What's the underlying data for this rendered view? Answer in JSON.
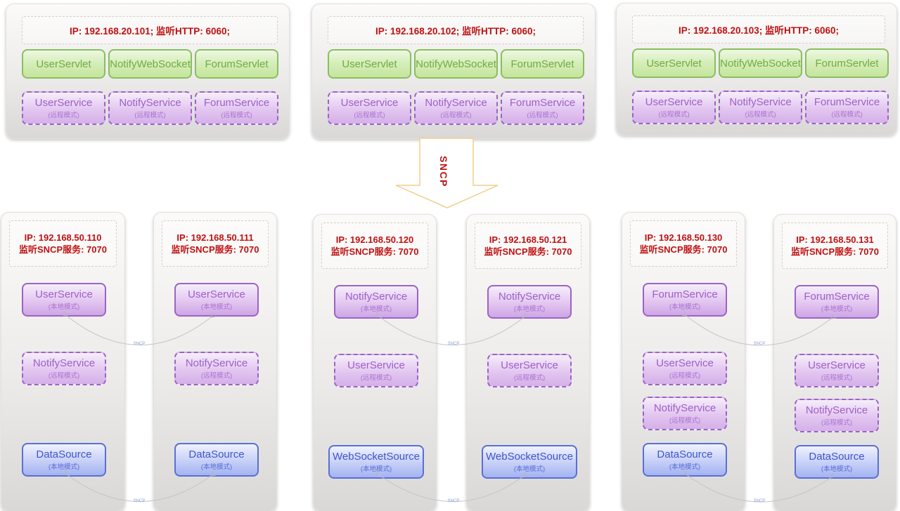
{
  "top_clusters": [
    {
      "header": "IP: 192.168.20.101;  监听HTTP: 6060;",
      "servlets": [
        "UserServlet",
        "NotifyWebSocket",
        "ForumServlet"
      ],
      "services": [
        {
          "name": "UserService",
          "mode": "(远程模式)"
        },
        {
          "name": "NotifyService",
          "mode": "(远程模式)"
        },
        {
          "name": "ForumService",
          "mode": "(远程模式)"
        }
      ]
    },
    {
      "header": "IP: 192.168.20.102;  监听HTTP: 6060;",
      "servlets": [
        "UserServlet",
        "NotifyWebSocket",
        "ForumServlet"
      ],
      "services": [
        {
          "name": "UserService",
          "mode": "(远程模式)"
        },
        {
          "name": "NotifyService",
          "mode": "(远程模式)"
        },
        {
          "name": "ForumService",
          "mode": "(远程模式)"
        }
      ]
    },
    {
      "header": "IP: 192.168.20.103;  监听HTTP: 6060;",
      "servlets": [
        "UserServlet",
        "NotifyWebSocket",
        "ForumServlet"
      ],
      "services": [
        {
          "name": "UserService",
          "mode": "(远程模式)"
        },
        {
          "name": "NotifyService",
          "mode": "(远程模式)"
        },
        {
          "name": "ForumService",
          "mode": "(远程模式)"
        }
      ]
    }
  ],
  "sncp_arrow": {
    "label": "SNCP"
  },
  "connector": {
    "label": "SNCP"
  },
  "bottom_clusters": [
    {
      "ip": "IP: 192.168.50.110",
      "listen": "监听SNCP服务: 7070",
      "services": [
        {
          "name": "UserService",
          "mode": "(本地模式)",
          "variant": "purple-solid"
        },
        {
          "name": "NotifyService",
          "mode": "(远程模式)",
          "variant": "purple-dashed"
        },
        {
          "name": "DataSource",
          "mode": "(本地模式)",
          "variant": "blue-solid"
        }
      ]
    },
    {
      "ip": "IP: 192.168.50.111",
      "listen": "监听SNCP服务: 7070",
      "services": [
        {
          "name": "UserService",
          "mode": "(本地模式)",
          "variant": "purple-solid"
        },
        {
          "name": "NotifyService",
          "mode": "(远程模式)",
          "variant": "purple-dashed"
        },
        {
          "name": "DataSource",
          "mode": "(本地模式)",
          "variant": "blue-solid"
        }
      ]
    },
    {
      "ip": "IP: 192.168.50.120",
      "listen": "监听SNCP服务: 7070",
      "services": [
        {
          "name": "NotifyService",
          "mode": "(本地模式)",
          "variant": "purple-solid"
        },
        {
          "name": "UserService",
          "mode": "(远程模式)",
          "variant": "purple-dashed"
        },
        {
          "name": "WebSocketSource",
          "mode": "(本地模式)",
          "variant": "blue-solid"
        }
      ]
    },
    {
      "ip": "IP: 192.168.50.121",
      "listen": "监听SNCP服务: 7070",
      "services": [
        {
          "name": "NotifyService",
          "mode": "(本地模式)",
          "variant": "purple-solid"
        },
        {
          "name": "UserService",
          "mode": "(远程模式)",
          "variant": "purple-dashed"
        },
        {
          "name": "WebSocketSource",
          "mode": "(本地模式)",
          "variant": "blue-solid"
        }
      ]
    },
    {
      "ip": "IP: 192.168.50.130",
      "listen": "监听SNCP服务: 7070",
      "services": [
        {
          "name": "ForumService",
          "mode": "(本地模式)",
          "variant": "purple-solid"
        },
        {
          "name": "UserService",
          "mode": "(远程模式)",
          "variant": "purple-dashed"
        },
        {
          "name": "NotifyService",
          "mode": "(远程模式)",
          "variant": "purple-dashed"
        },
        {
          "name": "DataSource",
          "mode": "(本地模式)",
          "variant": "blue-solid"
        }
      ]
    },
    {
      "ip": "IP: 192.168.50.131",
      "listen": "监听SNCP服务: 7070",
      "services": [
        {
          "name": "ForumService",
          "mode": "(本地模式)",
          "variant": "purple-solid"
        },
        {
          "name": "UserService",
          "mode": "(远程模式)",
          "variant": "purple-dashed"
        },
        {
          "name": "NotifyService",
          "mode": "(远程模式)",
          "variant": "purple-dashed"
        },
        {
          "name": "DataSource",
          "mode": "(本地模式)",
          "variant": "blue-solid"
        }
      ]
    }
  ],
  "colors": {
    "red_text": "#c01010",
    "green_border": "#89bf60",
    "green_text": "#71ab42",
    "purple_border": "#9c63c6",
    "purple_text": "#9d5fc9",
    "blue_border": "#5a6fd6",
    "blue_text": "#3f55cc",
    "arrow_outline": "#f2cd8a",
    "connector_line": "#c4c4c4",
    "connector_label": "#85a3d4"
  }
}
